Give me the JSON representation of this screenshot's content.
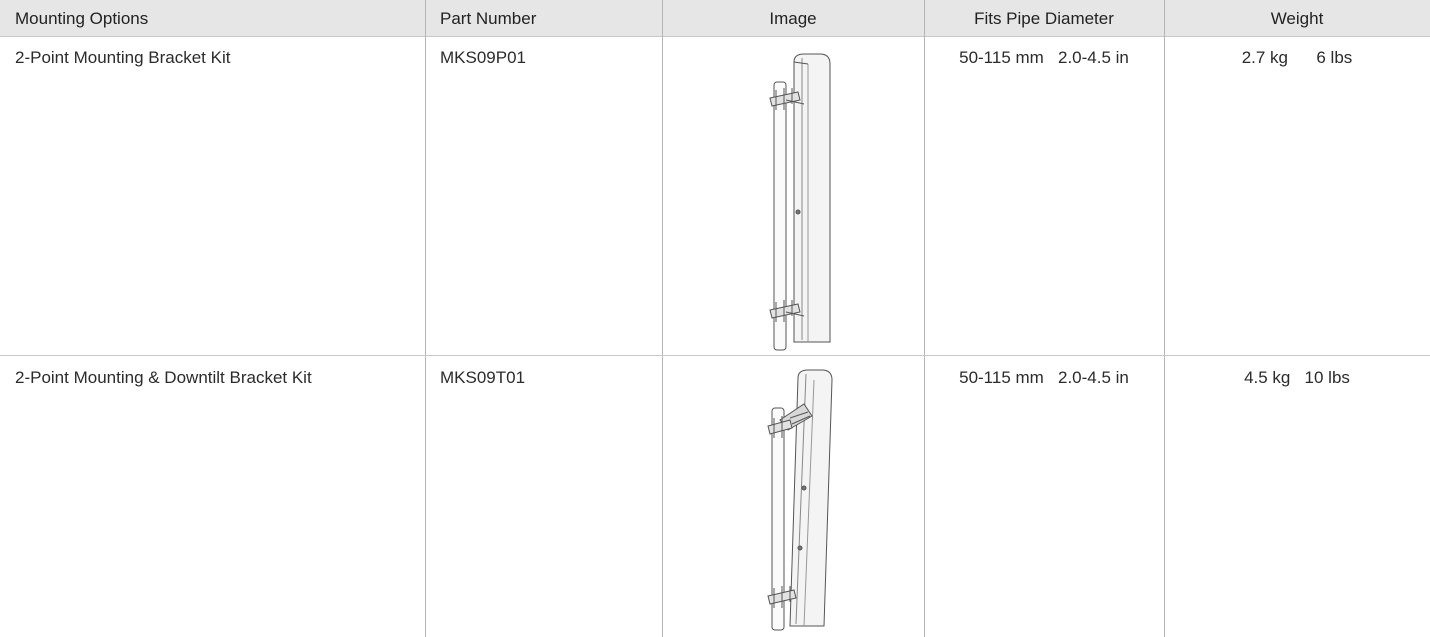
{
  "table": {
    "headers": {
      "mounting_options": "Mounting Options",
      "part_number": "Part Number",
      "image": "Image",
      "fits_pipe_diameter": "Fits Pipe Diameter",
      "weight": "Weight"
    },
    "rows": [
      {
        "mounting_option": "2-Point Mounting Bracket Kit",
        "part_number": "MKS09P01",
        "image_icon": "antenna-bracket-mount-icon",
        "pipe_mm": "50-115 mm",
        "pipe_in": "2.0-4.5 in",
        "weight_kg": "2.7 kg",
        "weight_lbs": "6 lbs"
      },
      {
        "mounting_option": "2-Point Mounting & Downtilt Bracket Kit",
        "part_number": "MKS09T01",
        "image_icon": "antenna-downtilt-mount-icon",
        "pipe_mm": "50-115 mm",
        "pipe_in": "2.0-4.5 in",
        "weight_kg": "4.5 kg",
        "weight_lbs": "10 lbs"
      }
    ]
  }
}
